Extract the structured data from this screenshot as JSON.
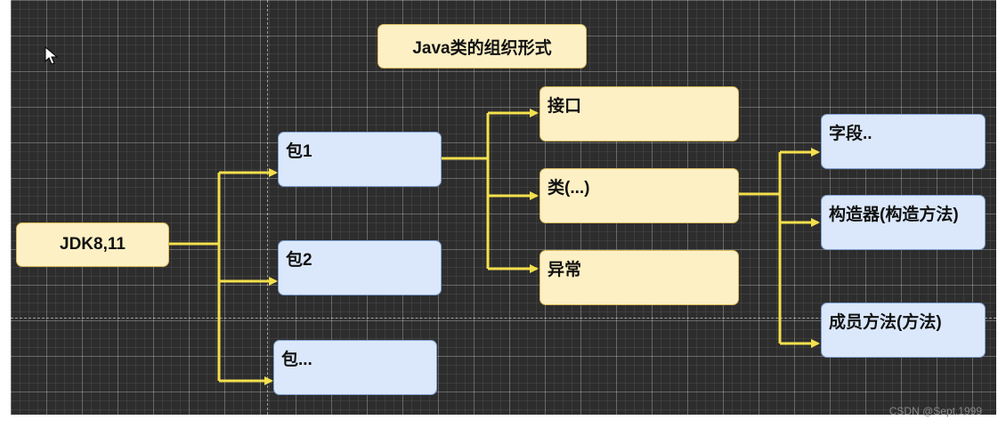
{
  "title": "Java类的组织形式",
  "root": "JDK8,11",
  "packages": [
    "包1",
    "包2",
    "包..."
  ],
  "package1_children": [
    "接口",
    "类(...)",
    "异常"
  ],
  "class_members": [
    "字段..",
    "构造器(构造方法)",
    "成员方法(方法)"
  ],
  "watermark": "CSDN @Sept.1999",
  "colors": {
    "canvas": "#2d2d2d",
    "connector": "#f4e04d",
    "yellow_node": "#fdf0c4",
    "blue_node": "#dbe8fb"
  },
  "icons": {
    "pointer": "mouse-pointer-icon"
  }
}
